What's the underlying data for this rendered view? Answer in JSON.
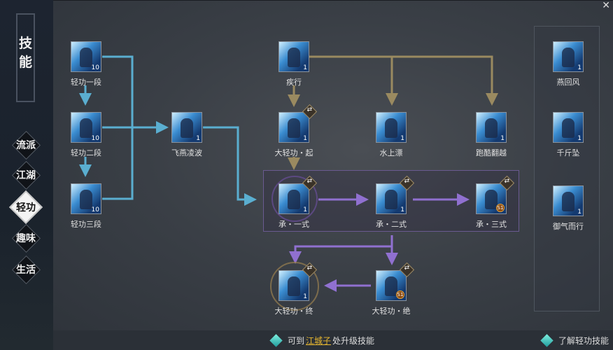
{
  "sidebar": {
    "title_1": "技",
    "title_2": "能",
    "tabs": [
      {
        "label": "流派"
      },
      {
        "label": "江湖"
      },
      {
        "label": "轻功",
        "active": true
      },
      {
        "label": "趣味"
      },
      {
        "label": "生活"
      }
    ]
  },
  "skills": [
    {
      "name": "轻功一段",
      "level": "10"
    },
    {
      "name": "轻功二段",
      "level": "10"
    },
    {
      "name": "轻功三段",
      "level": "10"
    },
    {
      "name": "飞燕凌波",
      "level": "1"
    },
    {
      "name": "疾行",
      "level": "1"
    },
    {
      "name": "大轻功・起",
      "level": "1"
    },
    {
      "name": "水上漂",
      "level": "1"
    },
    {
      "name": "跑酷翻越",
      "level": "1"
    },
    {
      "name": "承・一式",
      "level": "1"
    },
    {
      "name": "承・二式",
      "level": "1"
    },
    {
      "name": "承・三式",
      "level": "S1"
    },
    {
      "name": "大轻功・终",
      "level": "1"
    },
    {
      "name": "大轻功・绝",
      "level": "S1"
    },
    {
      "name": "燕回风",
      "level": "1"
    },
    {
      "name": "千斤坠",
      "level": "1"
    },
    {
      "name": "御气而行",
      "level": "1"
    }
  ],
  "bottom": {
    "hint_prefix": "可到",
    "hint_npc": "江城子",
    "hint_suffix": "处升级技能",
    "learn": "了解轻功技能"
  },
  "close": "✕",
  "colors": {
    "blue_line": "#5aaed0",
    "gold_line": "#9a8a60",
    "purple_line": "#9070d0"
  }
}
